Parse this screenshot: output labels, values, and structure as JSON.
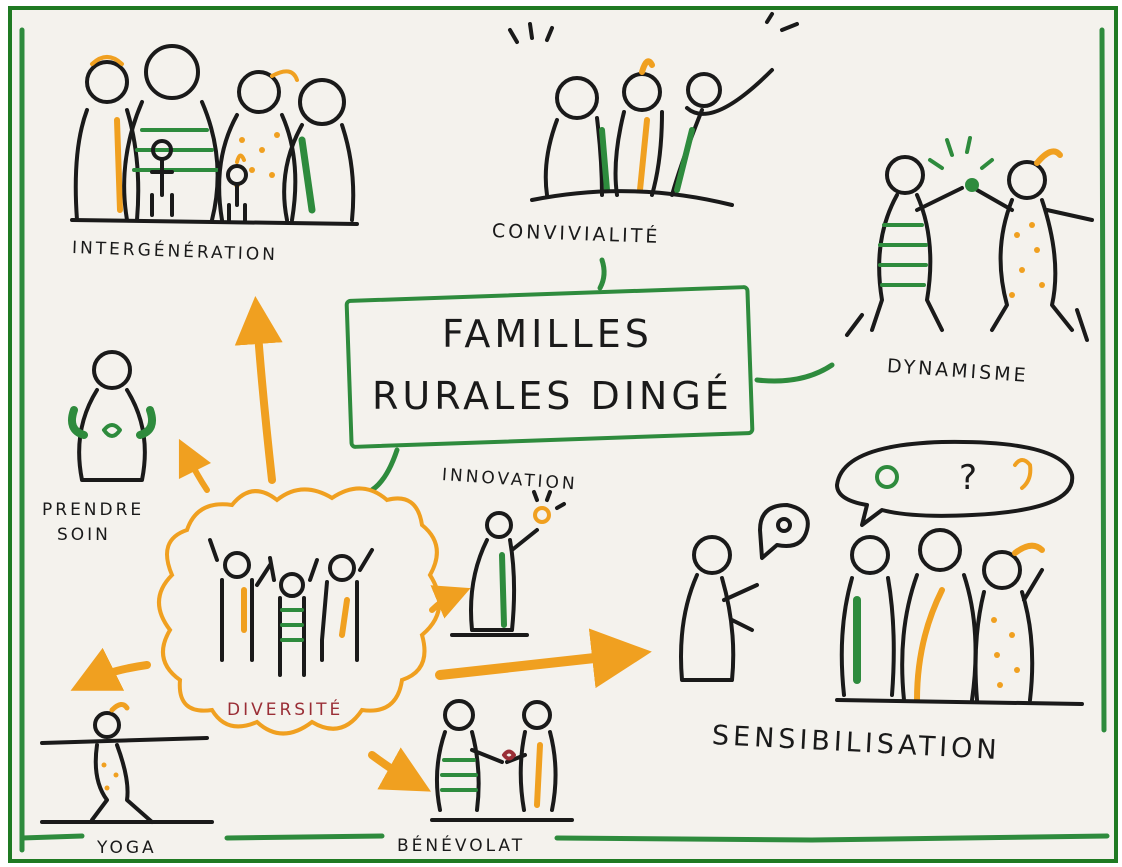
{
  "title": {
    "line1": "FAMILLES",
    "line2": "RURALES DINGÉ"
  },
  "labels": {
    "intergeneration": "INTERGÉNÉRATION",
    "convivialite": "CONVIVIALITÉ",
    "dynamisme": "DYNAMISME",
    "prendre_soin_1": "PRENDRE",
    "prendre_soin_2": "SOIN",
    "innovation": "INNOVATION",
    "diversite": "DIVERSITÉ",
    "sensibilisation": "SENSIBILISATION",
    "yoga": "YOGA",
    "benevolat": "BÉNÉVOLAT",
    "question_mark": "?"
  },
  "colors": {
    "frame": "#1f7a22",
    "green": "#2e8b3d",
    "orange": "#f0a020",
    "ink": "#1a1a1a",
    "diversite_text": "#9a2e36"
  }
}
